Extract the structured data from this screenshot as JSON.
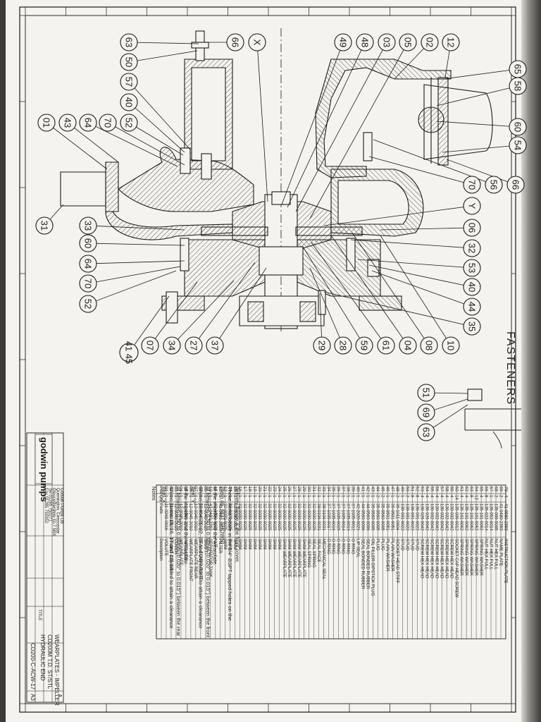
{
  "heading": "FASTENERS",
  "balloons": [
    {
      "id": "63a",
      "text": "63"
    },
    {
      "id": "50",
      "text": "50"
    },
    {
      "id": "57",
      "text": "57"
    },
    {
      "id": "40a",
      "text": "40"
    },
    {
      "id": "52a",
      "text": "52"
    },
    {
      "id": "70a",
      "text": "70"
    },
    {
      "id": "64a",
      "text": "64"
    },
    {
      "id": "43",
      "text": "43"
    },
    {
      "id": "01",
      "text": "01"
    },
    {
      "id": "31",
      "text": "31"
    },
    {
      "id": "66a",
      "text": "66"
    },
    {
      "id": "X",
      "text": "X"
    },
    {
      "id": "49",
      "text": "49"
    },
    {
      "id": "48",
      "text": "48"
    },
    {
      "id": "03",
      "text": "03"
    },
    {
      "id": "05",
      "text": "05"
    },
    {
      "id": "02",
      "text": "02"
    },
    {
      "id": "12",
      "text": "12"
    },
    {
      "id": "65",
      "text": "65"
    },
    {
      "id": "58",
      "text": "58"
    },
    {
      "id": "60b",
      "text": "60"
    },
    {
      "id": "54",
      "text": "54"
    },
    {
      "id": "66b",
      "text": "66"
    },
    {
      "id": "56",
      "text": "56"
    },
    {
      "id": "70b",
      "text": "70"
    },
    {
      "id": "Y",
      "text": "Y"
    },
    {
      "id": "06",
      "text": "06"
    },
    {
      "id": "32",
      "text": "32"
    },
    {
      "id": "53",
      "text": "53"
    },
    {
      "id": "40b",
      "text": "40"
    },
    {
      "id": "44",
      "text": "44"
    },
    {
      "id": "35",
      "text": "35"
    },
    {
      "id": "33",
      "text": "33"
    },
    {
      "id": "60a",
      "text": "60"
    },
    {
      "id": "64b",
      "text": "64"
    },
    {
      "id": "70c",
      "text": "70"
    },
    {
      "id": "52b",
      "text": "52"
    },
    {
      "id": "4145",
      "text": "41 45"
    },
    {
      "id": "07",
      "text": "07"
    },
    {
      "id": "34",
      "text": "34"
    },
    {
      "id": "27",
      "text": "27"
    },
    {
      "id": "37",
      "text": "37"
    },
    {
      "id": "29",
      "text": "29"
    },
    {
      "id": "28",
      "text": "28"
    },
    {
      "id": "59",
      "text": "59"
    },
    {
      "id": "61",
      "text": "61"
    },
    {
      "id": "04",
      "text": "04"
    },
    {
      "id": "08",
      "text": "08"
    },
    {
      "id": "10",
      "text": "10"
    },
    {
      "id": "51",
      "text": "51"
    },
    {
      "id": "69",
      "text": "69"
    },
    {
      "id": "63b",
      "text": "63"
    }
  ],
  "parts_table": {
    "headers": [
      "Pos",
      "Qty",
      "Parts",
      "Description"
    ],
    "rows": [
      [
        "70",
        "4",
        "41-0580-2393",
        "INSTRUCTION PLATE"
      ],
      [
        "69",
        "2",
        "41-0480-2393",
        "NAME PLATE"
      ],
      [
        "68",
        "2",
        "135-009-0005",
        "NUT HEX FULL"
      ],
      [
        "67",
        "1",
        "135-052-0014",
        "NUT HEX FULL"
      ],
      [
        "66",
        "8",
        "135-022-0014",
        "NUT HEX FULL"
      ],
      [
        "65",
        "4",
        "135-101-0062",
        "SPRING WASHER"
      ],
      [
        "64",
        "12",
        "135-101-0062",
        "SPRING WASHER"
      ],
      [
        "63",
        "8",
        "135-101-0062",
        "SPRING WASHER"
      ],
      [
        "62",
        "4",
        "135-101-0062",
        "SPRING WASHER"
      ],
      [
        "61",
        "4",
        "135-101-0062",
        "SPRING WASHER"
      ],
      [
        "60",
        "14",
        "135-036-0012",
        "SOCKET CAP HEAD SCREW"
      ],
      [
        "59",
        "4",
        "130-032-0042",
        "SCREW HEX HEAD"
      ],
      [
        "58",
        "4",
        "130-032-0042",
        "SCREW HEX HEAD"
      ],
      [
        "57",
        "4",
        "130-032-0042",
        "SCREW HEX HEAD"
      ],
      [
        "56",
        "4",
        "130-032-0042",
        "SCREW HEX HEAD"
      ],
      [
        "55",
        "4",
        "130-032-0042",
        "SCREW HEX HEAD"
      ],
      [
        "54",
        "4",
        "130-026-0042",
        "SCREW HEX HEAD"
      ],
      [
        "53",
        "4",
        "130-026-0042",
        "SCREW HEX HEAD"
      ],
      [
        "52",
        "8",
        "130-031-0022",
        "STUD"
      ],
      [
        "51",
        "8",
        "130-031-0022",
        "STUD"
      ],
      [
        "50",
        "2",
        "130-031-0022",
        "STUD"
      ],
      [
        "49",
        "1",
        "130-031-0022",
        "STUD"
      ],
      [
        "48",
        "2",
        "35-1011-0004",
        "SOCKET HEAD STIFF"
      ],
      [
        "47",
        "1",
        "35-0501-0051",
        "PLAIN WASHER"
      ],
      [
        "46",
        "1",
        "35-0501-0051",
        "PLAIN WASHER"
      ],
      [
        "45",
        "2",
        "35-0560-0005",
        "PLUG"
      ],
      [
        "44",
        "2",
        "35-0560-0005",
        "PLUG"
      ],
      [
        "43",
        "1",
        "35-0560-0005",
        "OIL FILLER DIPSTICK PLUG"
      ],
      [
        "42",
        "1",
        "44-0560-0006",
        "SEAL BONDED RUBBER"
      ],
      [
        "41",
        "1",
        "44-0560-0006",
        "SEAL BONDED RUBBER"
      ],
      [
        "40",
        "1",
        "42-2020-0021",
        "LIP SEAL"
      ],
      [
        "39",
        "1",
        "37-1035-0012",
        "O RING"
      ],
      [
        "38",
        "1",
        "37-1035-0013",
        "O RING"
      ],
      [
        "37",
        "1",
        "37-1035-0014",
        "O RING"
      ],
      [
        "36",
        "1",
        "37-1035-0015",
        "O RING"
      ],
      [
        "35",
        "1",
        "37-1035-0016",
        "O RING"
      ],
      [
        "34",
        "1",
        "37-1035-0017",
        "O RING"
      ],
      [
        "33",
        "1",
        "38-0106-0031",
        "MECHANICAL SEAL"
      ],
      [
        "32",
        "1",
        "38-0106-0031",
        "SEAL FACE"
      ],
      [
        "31",
        "1",
        "32-0030-0025",
        "SEAL SPRING"
      ],
      [
        "30",
        "1",
        "32-0030-0025",
        "SEAL SPRING"
      ],
      [
        "29",
        "1",
        "32-0030-0025",
        "SHIM WEARPLATE"
      ],
      [
        "28",
        "1",
        "32-0030-0025",
        "SHIM WEARPLATE"
      ],
      [
        "27",
        "1",
        "32-0030-0025",
        "SHIM WEARPLATE"
      ],
      [
        "26",
        "1",
        "32-0030-0025",
        "SHIM WEARPLATE"
      ],
      [
        "25",
        "1",
        "32-0030-0025",
        "SHIM WEARPLATE"
      ],
      [
        "24",
        "1",
        "32-0030-0025",
        "SHIM"
      ],
      [
        "23",
        "1",
        "32-0030-0025",
        "SHIM"
      ],
      [
        "22",
        "1",
        "32-0030-0025",
        "SHIM"
      ],
      [
        "21",
        "1",
        "32-0030-0025",
        "SHIM"
      ],
      [
        "20",
        "1",
        "32-0030-0025",
        "SHIM"
      ],
      [
        "19",
        "1",
        "32-0030-0025",
        "SHIM"
      ],
      [
        "18",
        "1",
        "32-0030-0025",
        "SHIM"
      ],
      [
        "17",
        "1",
        "32-0030-0025",
        "SHIM"
      ],
      [
        "16",
        "1",
        "32-0030-0025",
        "SHIM"
      ],
      [
        "15",
        "1",
        "32-0030-0025",
        "SHIM"
      ],
      [
        "14",
        "1",
        "32-0030-0025",
        "SHIM"
      ],
      [
        "13",
        "1",
        "32-0030-0025",
        "SHIM"
      ],
      [
        "12",
        "1",
        "41-0480-2393",
        "FILTER"
      ],
      [
        "11",
        "1",
        "32-0030-0025",
        "NUT"
      ],
      [
        "10",
        "1",
        "41-0480-2393",
        "SEPARATOR TANK"
      ],
      [
        "09",
        "1",
        "12-0045-2010",
        "SHAFT"
      ],
      [
        "08",
        "1",
        "12-0045-2010",
        "SEAL CLAMP PLATE"
      ],
      [
        "07",
        "1",
        "12-0045-2010",
        "WEARPLATE REAR"
      ],
      [
        "06",
        "1",
        "12-0045-2010",
        "WEARPLATE FRONT"
      ],
      [
        "05",
        "1",
        "12-0045-2010",
        "IMPELLER"
      ],
      [
        "04",
        "1",
        "12-0045-2010",
        "WEARPLATE"
      ],
      [
        "03",
        "1",
        "12-0045-2010",
        "COVER"
      ],
      [
        "02",
        "1",
        "11-0260-0032",
        "FRONT COVER"
      ],
      [
        "01",
        "1",
        "11-0260-0016",
        "VOLUTE"
      ]
    ]
  },
  "notes": {
    "title": "Notes",
    "lines": [
      "Item 'X'",
      "Shims (items 15, 16, 17 and 18) added to attain a clearance",
      "of between 0.50 to 0.38mm (0.020\" to 0.015\") between the rear",
      "of the impeller and the wearplate.",
      "Item 'Y'",
      "Shims (items 21, 22, 23 and 24) added to attain a clearance",
      "of between 0.50 to 0.38mm (0.020\" to 0.015\") between the front",
      "of the impeller and the wearplate.",
      "(Item 46, NOT SHOWN)",
      "These items locate in the 3/4\" BSPT tapped holes on the",
      "delivery flange & the front cover."
    ]
  },
  "title_block": {
    "company": "godwin pumps",
    "address": [
      "Godwin Pumps Ltd",
      "Quenington, Cirencester",
      "Gloucestershire GL7 5BX",
      "Tel 01285 750271",
      "Fax 01285 750352"
    ],
    "drawing_number": "CD200-C-ACW-17",
    "title_label": "TITLE",
    "title_lines": [
      "HYDRAULIC END",
      "CD200M T.D. ST/STL",
      "WEARPLATES - IMPELLER"
    ],
    "sheet": "A3",
    "revision": "A"
  },
  "colors": {
    "ink": "#1a1a1a",
    "paper": "#f4f3ef",
    "hatch": "#444444"
  }
}
